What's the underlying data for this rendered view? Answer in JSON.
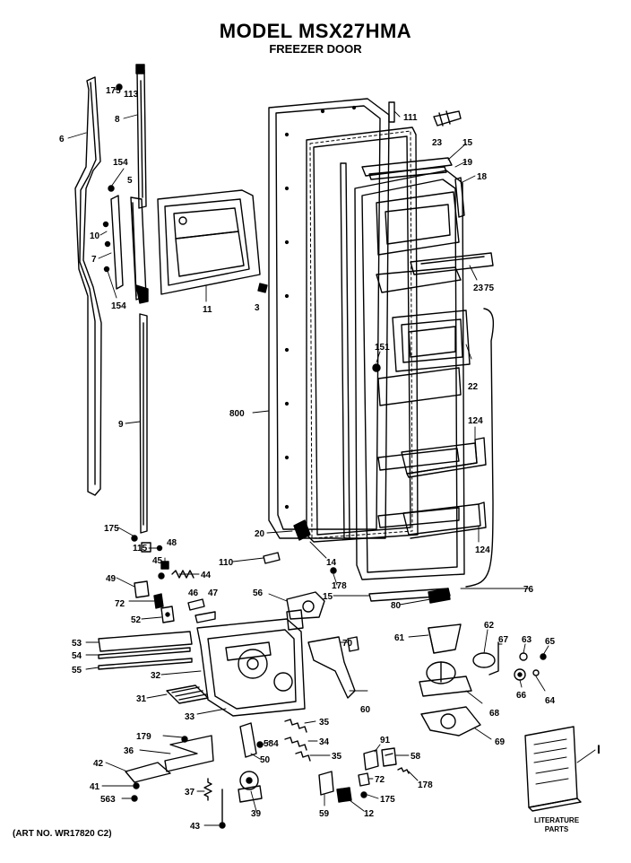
{
  "header": {
    "title": "MODEL MSX27HMA",
    "subtitle": "FREEZER DOOR"
  },
  "footer": {
    "art_no": "(ART NO. WR17820 C2)"
  },
  "literature": {
    "line1": "LITERATURE",
    "line2": "PARTS",
    "callout": "I"
  },
  "callouts": {
    "c175a": "175",
    "c113": "113",
    "c8": "8",
    "c6": "6",
    "c154a": "154",
    "c5": "5",
    "c10": "10",
    "c7": "7",
    "c154b": "154",
    "c11": "11",
    "c3": "3",
    "c9": "9",
    "c800": "800",
    "c111": "111",
    "c23a": "23",
    "c15a": "15",
    "c19": "19",
    "c18": "18",
    "c23b": "23",
    "c75": "75",
    "c151": "151",
    "c22": "22",
    "c124a": "124",
    "c124b": "124",
    "c20": "20",
    "c14": "14",
    "c110": "110",
    "c178": "178",
    "c15b": "15",
    "c76": "76",
    "c80": "80",
    "c175b": "175",
    "c115": "115",
    "c48": "48",
    "c45": "45",
    "c44": "44",
    "c49": "49",
    "c72": "72",
    "c46": "46",
    "c47": "47",
    "c52": "52",
    "c56": "56",
    "c53": "53",
    "c54": "54",
    "c55": "55",
    "c32": "32",
    "c31": "31",
    "c33": "33",
    "c70": "70",
    "c60": "60",
    "c61": "61",
    "c62": "62",
    "c67": "67",
    "c63": "63",
    "c65": "65",
    "c66": "66",
    "c64": "64",
    "c68": "68",
    "c69": "69",
    "c179a": "179",
    "c36": "36",
    "c42": "42",
    "c41": "41",
    "c563": "563",
    "c37": "37",
    "c43": "43",
    "c39": "39",
    "c584": "584",
    "c50": "50",
    "c35a": "35",
    "c34": "34",
    "c35b": "35",
    "c91": "91",
    "c58": "58",
    "c178b": "178",
    "c72b": "72",
    "c175c": "175",
    "c59": "59",
    "c12": "12"
  }
}
